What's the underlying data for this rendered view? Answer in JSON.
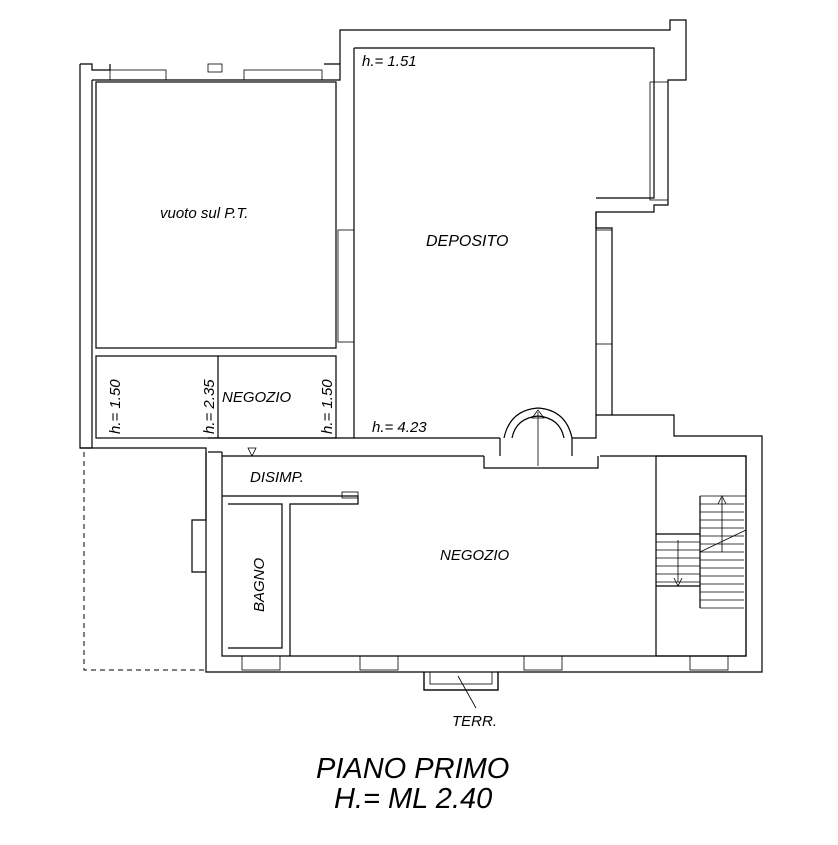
{
  "plan": {
    "rooms": {
      "void": "vuoto sul P.T.",
      "deposito": "DEPOSITO",
      "negozio_upper": "NEGOZIO",
      "negozio_main": "NEGOZIO",
      "disimp": "DISIMP.",
      "bagno": "BAGNO",
      "terrace": "TERR."
    },
    "heights": {
      "deposito_top": "h.= 1.51",
      "deposito_bottom": "h.= 4.23",
      "negozio_left": "h.= 1.50",
      "negozio_mid": "h.= 2.35",
      "negozio_right": "h.= 1.50"
    },
    "title": {
      "line1": "PIANO PRIMO",
      "line2": "H.= ML 2.40"
    }
  }
}
